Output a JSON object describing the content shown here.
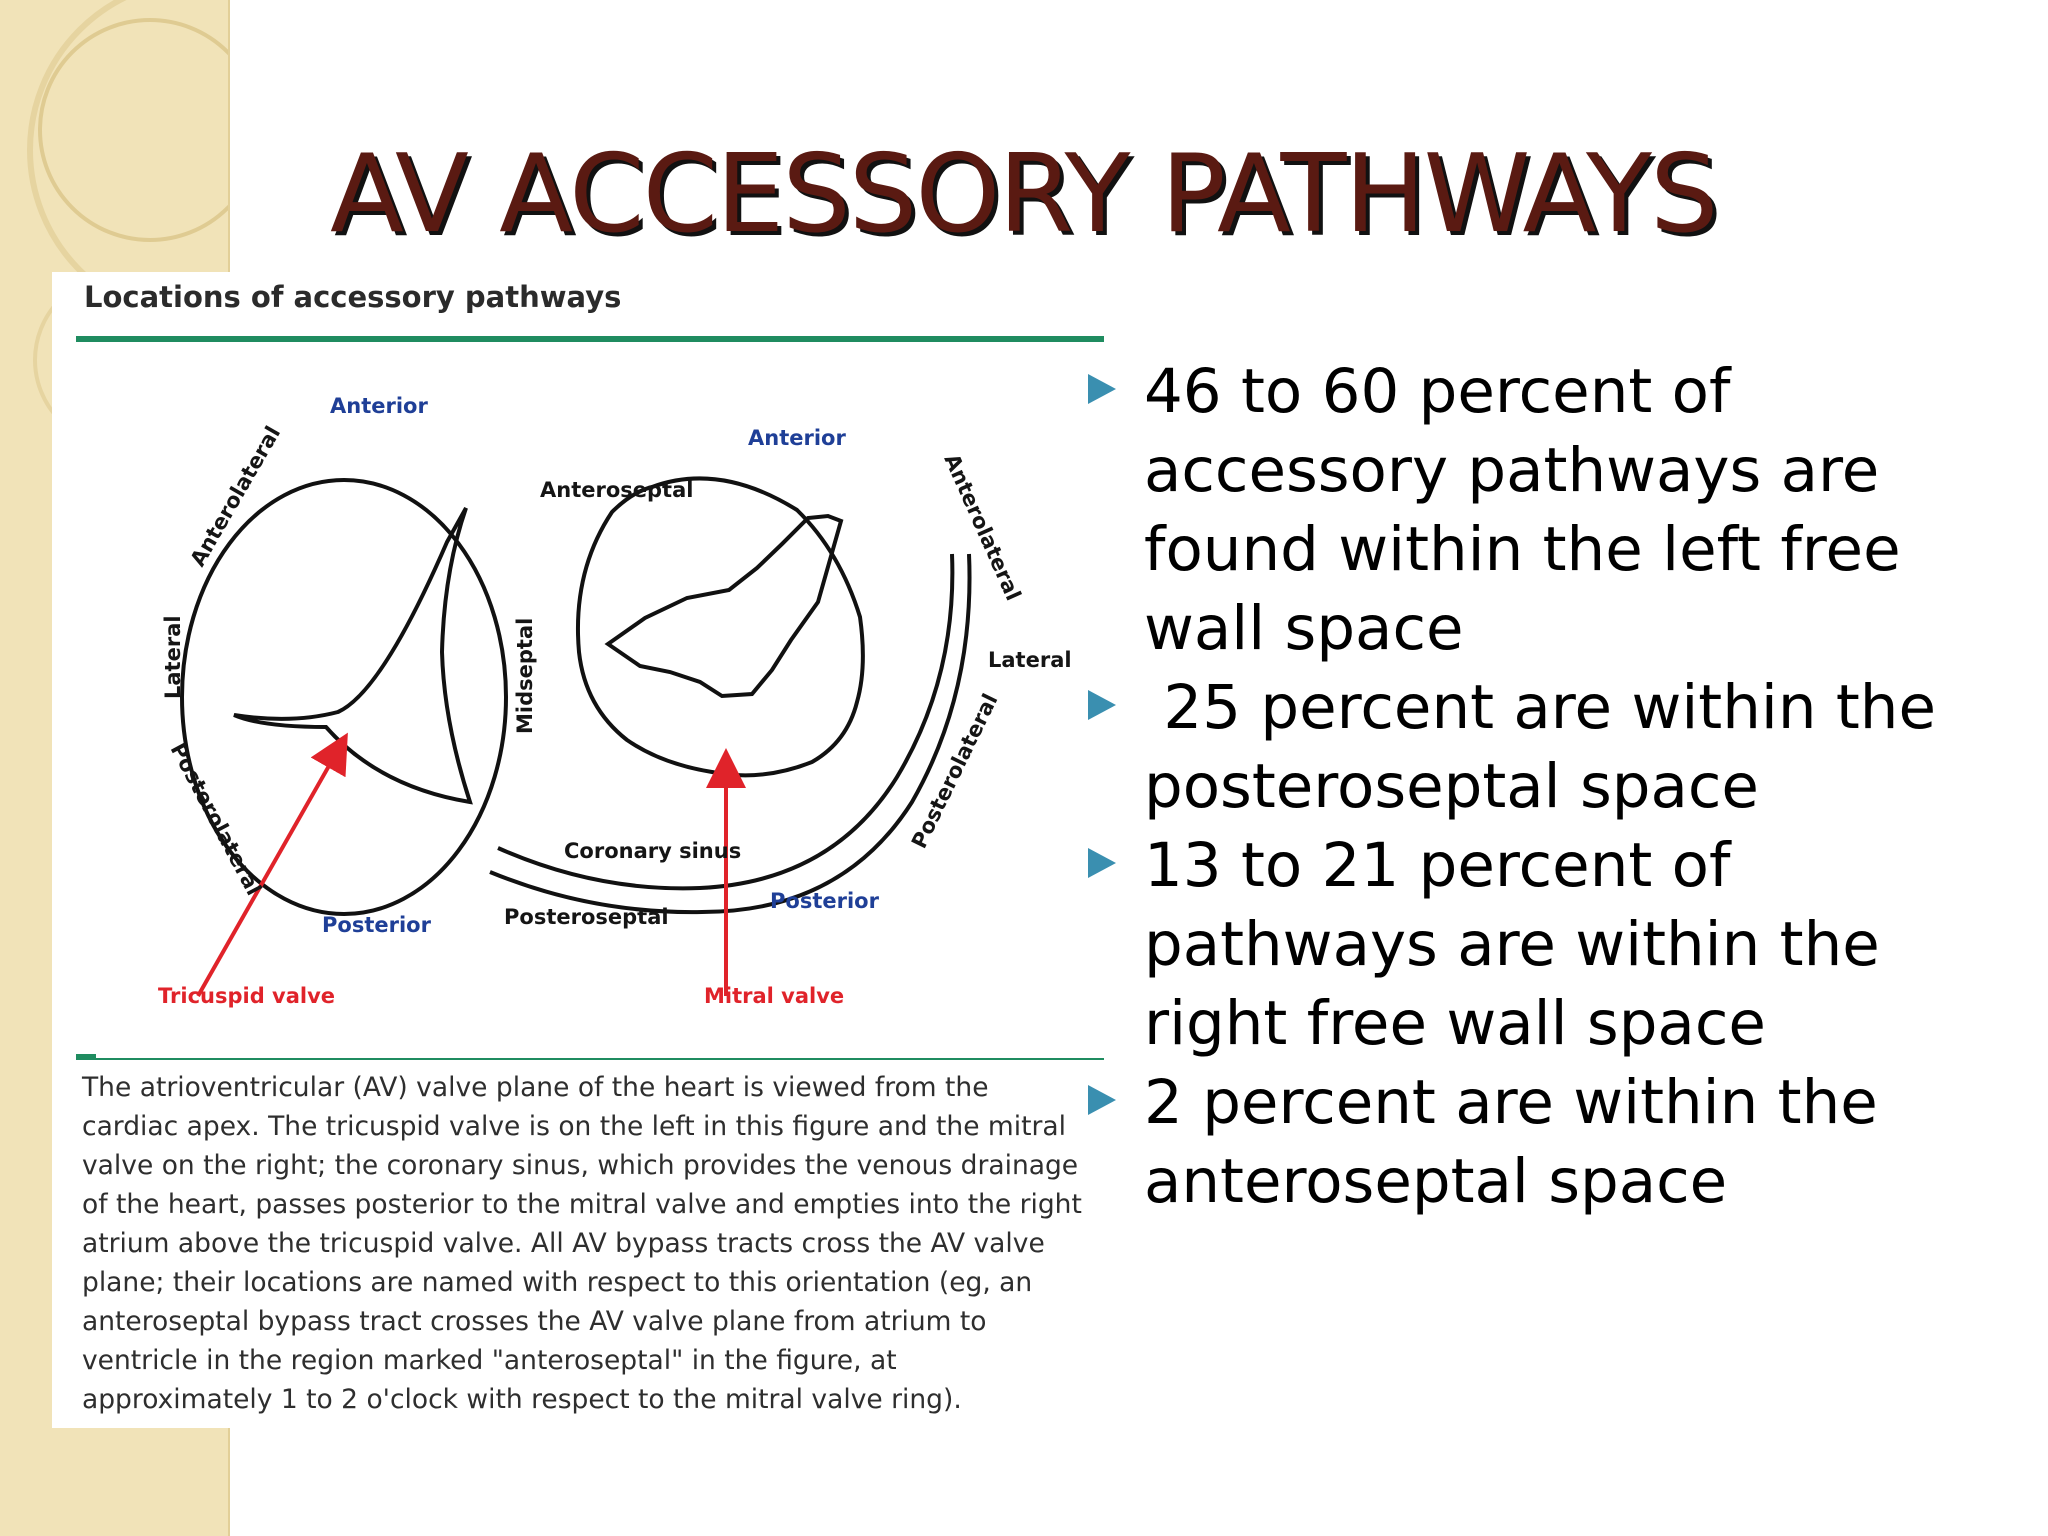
{
  "slide": {
    "title": "AV ACCESSORY PATHWAYS"
  },
  "figure": {
    "heading": "Locations of accessory pathways",
    "labels": {
      "tv_anterior": "Anterior",
      "tv_anterolateral": "Anterolateral",
      "tv_lateral": "Lateral",
      "tv_posterolateral": "Posterolateral",
      "tv_posterior": "Posterior",
      "midseptal": "Midseptal",
      "anteroseptal": "Anteroseptal",
      "posteroseptal": "Posteroseptal",
      "coronary_sinus": "Coronary sinus",
      "mv_anterior": "Anterior",
      "mv_anterolateral": "Anterolateral",
      "mv_lateral": "Lateral",
      "mv_posterolateral": "Posterolateral",
      "mv_posterior": "Posterior",
      "tricuspid_valve": "Tricuspid valve",
      "mitral_valve": "Mitral valve"
    },
    "caption": "The atrioventricular (AV) valve plane of the heart is viewed from the cardiac apex. The tricuspid valve is on the left in this figure and the mitral valve on the right; the coronary sinus, which provides the venous drainage of the heart, passes posterior to the mitral valve and empties into the right atrium above the tricuspid valve. All AV bypass tracts cross the AV valve plane; their locations are named with respect to this orientation (eg, an anteroseptal bypass tract crosses the AV valve plane from atrium to ventricle in the region marked \"anteroseptal\" in the figure, at approximately 1 to 2 o'clock with respect to the mitral valve ring).",
    "colors": {
      "region_label": "#1f3f97",
      "valve_label": "#e0232a",
      "rule": "#1f8c60"
    }
  },
  "bullets": [
    {
      "text": "46 to 60 percent of accessory pathways are found within the left free wall space"
    },
    {
      "text": " 25 percent are within the posteroseptal space"
    },
    {
      "text": "13 to 21 percent of pathways are within the right free wall space"
    },
    {
      "text": "2 percent are within the anteroseptal space"
    }
  ],
  "theme": {
    "title_color": "#5a1a12",
    "bullet_marker_color": "#3a8fb0",
    "band_color": "#f1e3b8"
  }
}
